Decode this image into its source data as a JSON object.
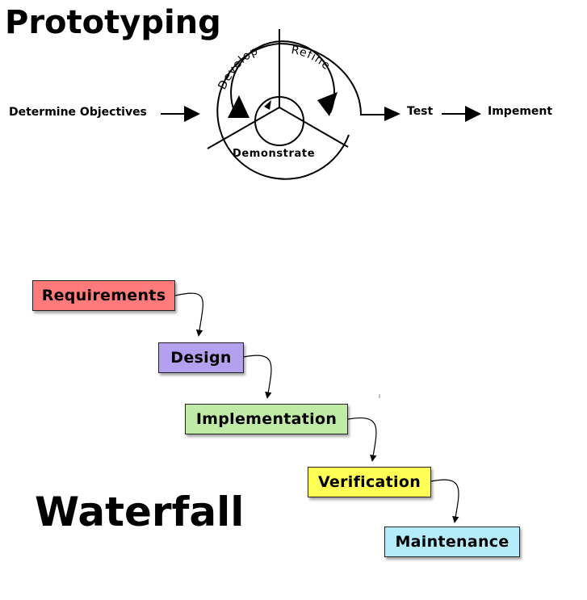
{
  "prototyping": {
    "title": "Prototyping",
    "determine": "Determine Objectives",
    "test": "Test",
    "implement": "Impement",
    "cycle": {
      "develop": "Develop",
      "refine": "Refine",
      "demonstrate": "Demonstrate"
    }
  },
  "waterfall": {
    "title": "Waterfall",
    "stages": [
      {
        "label": "Requirements",
        "color": "#ff7b7b"
      },
      {
        "label": "Design",
        "color": "#b3a0ee"
      },
      {
        "label": "Implementation",
        "color": "#bfeba6"
      },
      {
        "label": "Verification",
        "color": "#ffff55"
      },
      {
        "label": "Maintenance",
        "color": "#b5ecfb"
      }
    ]
  }
}
